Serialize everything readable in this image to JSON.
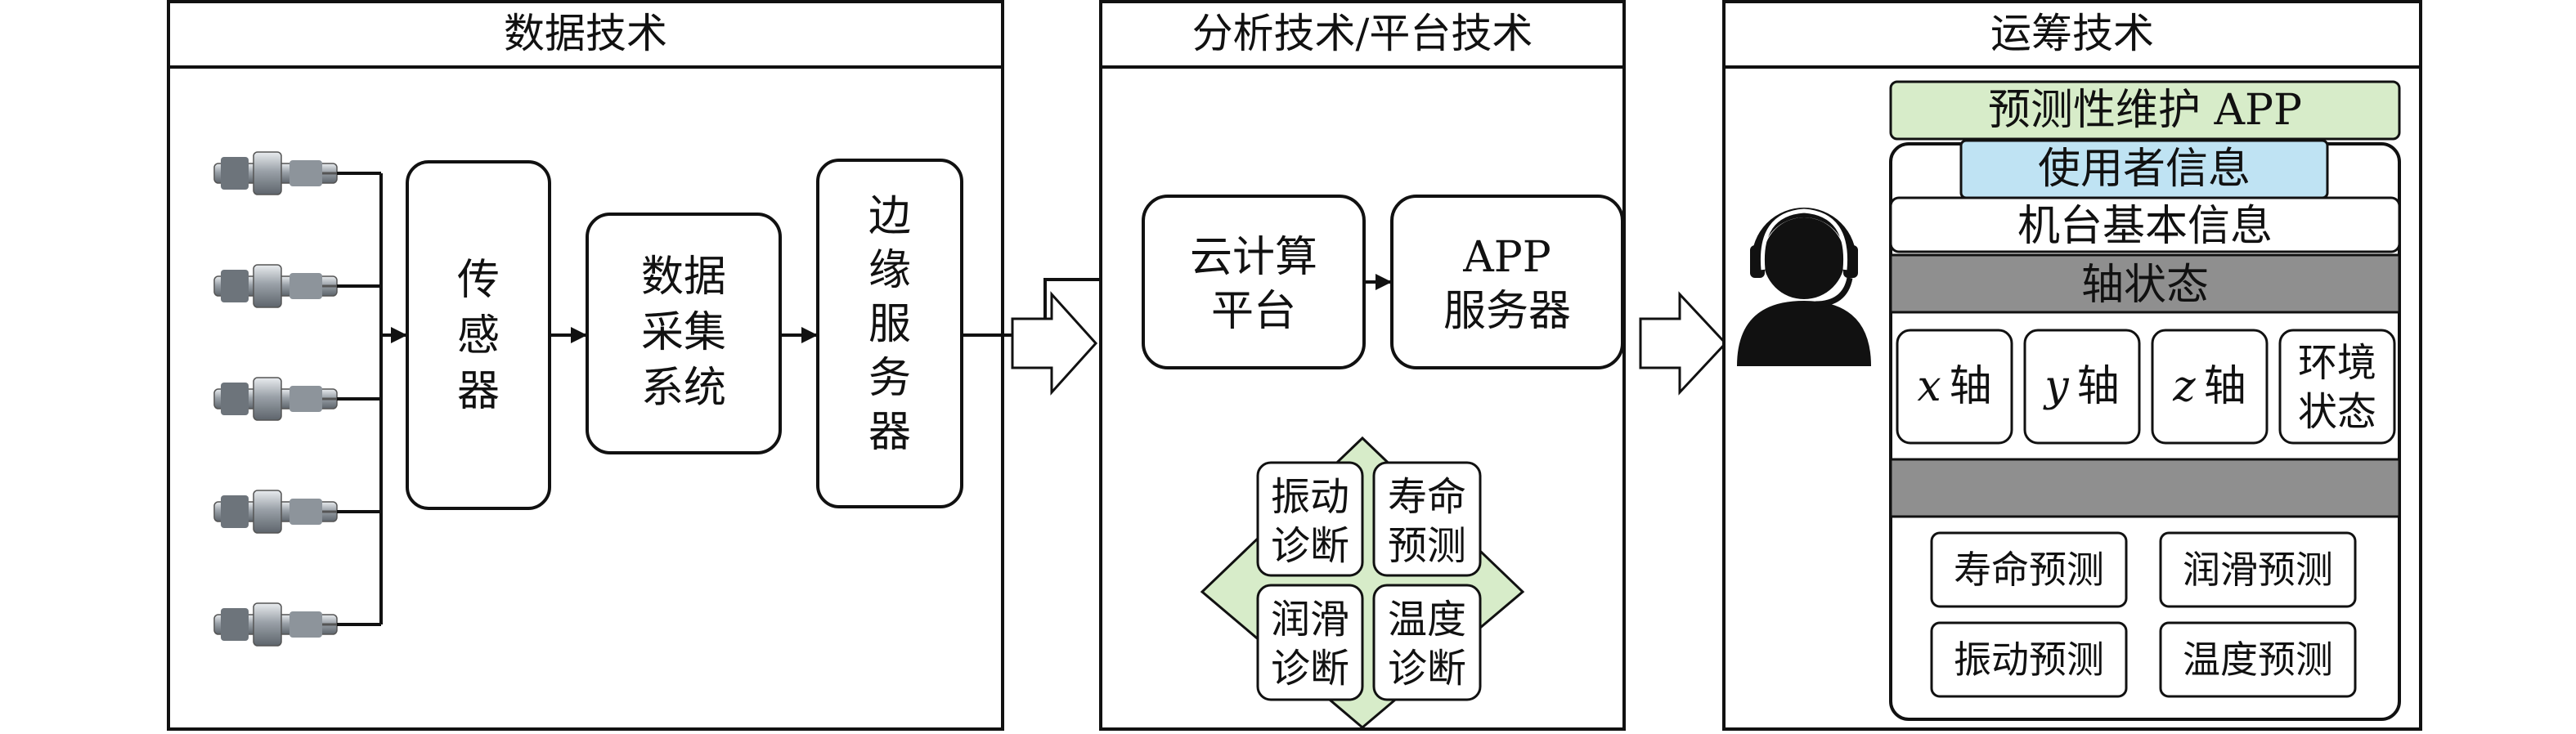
{
  "panels": {
    "data_tech": {
      "title": "数据技术",
      "sensor_box": [
        "传",
        "感",
        "器"
      ],
      "acq_box": [
        "数据",
        "采集",
        "系统"
      ],
      "edge_box": [
        "边",
        "缘",
        "服",
        "务",
        "器"
      ]
    },
    "analysis_tech": {
      "title": "分析技术/平台技术",
      "cloud_box": [
        "云计算",
        "平台"
      ],
      "app_server_box": [
        "APP",
        "服务器"
      ],
      "functions": [
        [
          "振动",
          "诊断"
        ],
        [
          "寿命",
          "预测"
        ],
        [
          "润滑",
          "诊断"
        ],
        [
          "温度",
          "诊断"
        ]
      ]
    },
    "operations_tech": {
      "title": "运筹技术",
      "app_title": "预测性维护 APP",
      "user_info": "使用者信息",
      "machine_info": "机台基本信息",
      "axis_status": "轴状态",
      "axes": [
        {
          "var": "x",
          "label": "轴"
        },
        {
          "var": "y",
          "label": "轴"
        },
        {
          "var": "z",
          "label": "轴"
        }
      ],
      "env_status": [
        "环境",
        "状态"
      ],
      "predictions": [
        "寿命预测",
        "润滑预测",
        "振动预测",
        "温度预测"
      ]
    }
  },
  "colors": {
    "app_header": "#d7ecc9",
    "user_info": "#bfe3f3",
    "status_bar": "#8f8f8f",
    "diamond": "#d7ecc9",
    "sensor_body": "#a9afb6",
    "person": "#111111"
  },
  "icons": {
    "sensor": "vibration-sensor-icon",
    "operator": "headset-operator-icon"
  }
}
